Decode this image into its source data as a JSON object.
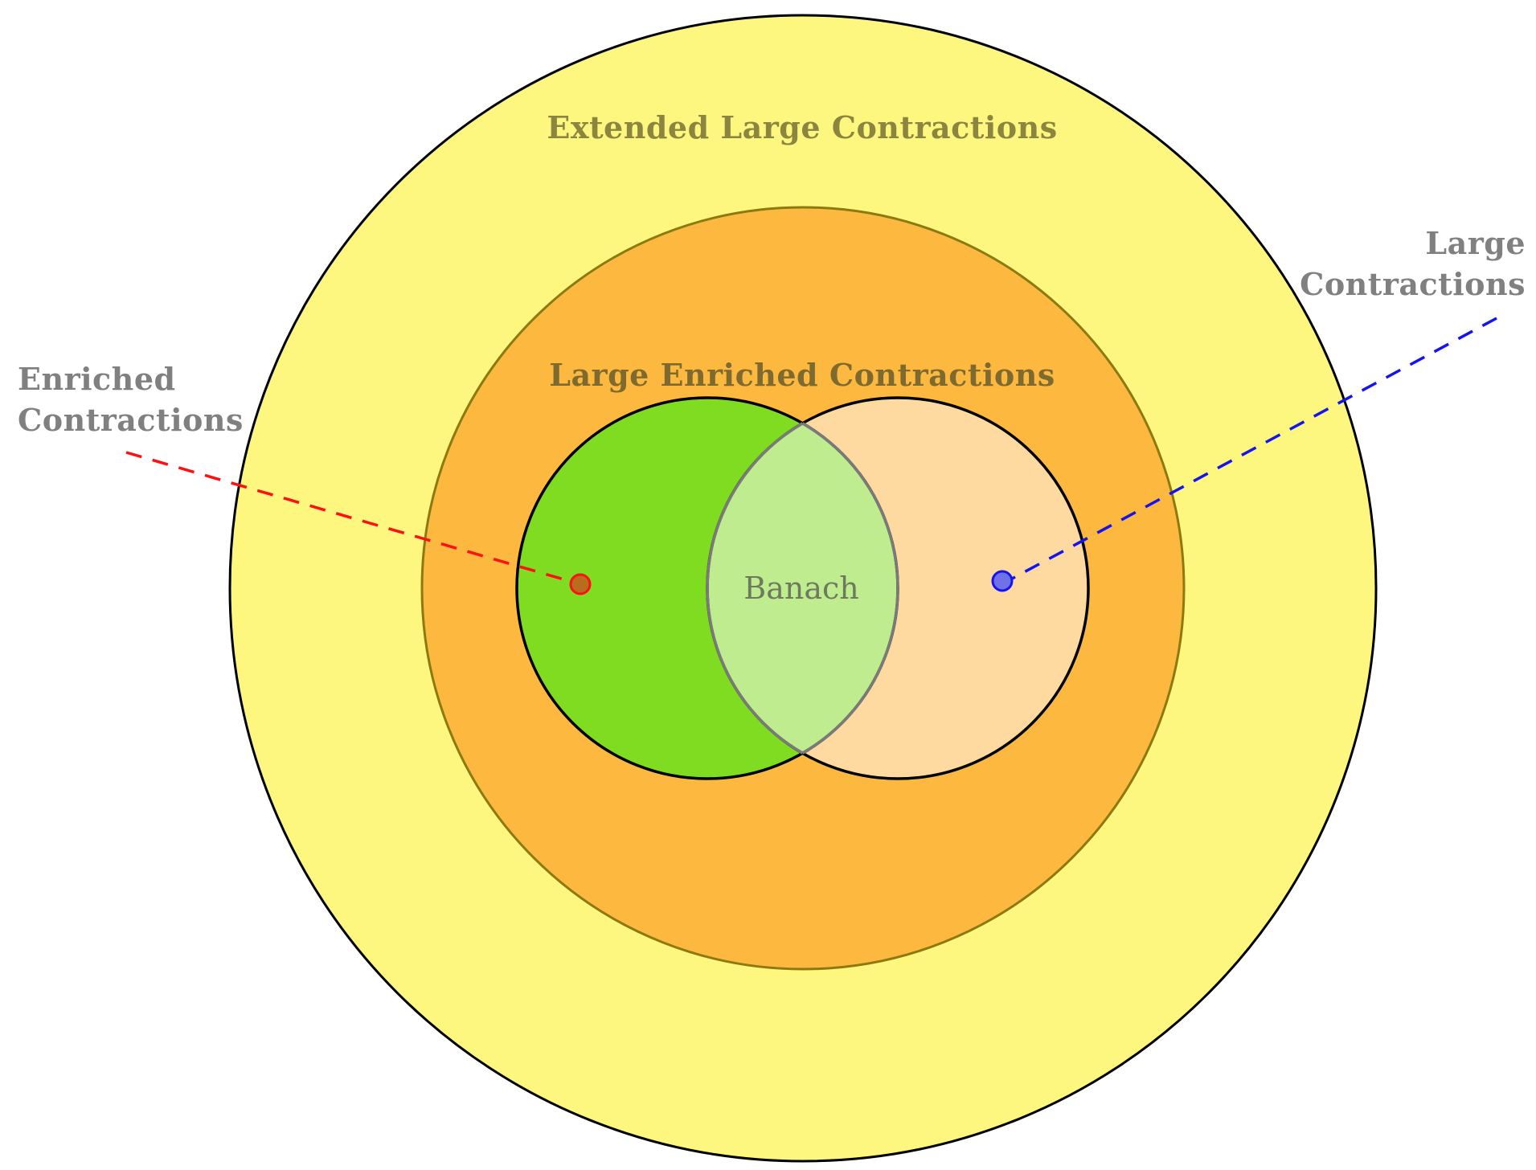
{
  "diagram": {
    "regions": {
      "extended_large": {
        "label": "Extended Large Contractions",
        "fill": "#FEF77F",
        "label_color": "#8C8540"
      },
      "large_enriched": {
        "label": "Large Enriched Contractions",
        "fill": "#FDB840",
        "stroke": "#8C7A10",
        "label_color": "#7E6A2E"
      },
      "enriched_circle": {
        "fill": "#80DC20"
      },
      "large_circle": {
        "fill": "#FEDAA0"
      },
      "banach": {
        "label": "Banach",
        "fill": "#C0EC90",
        "label_color": "#6E7A5E"
      }
    },
    "callouts": {
      "enriched": {
        "line1": "Enriched",
        "line2": "Contractions",
        "line_color": "#FF1010",
        "marker_fill": "#B86C1C",
        "text_color": "#808080"
      },
      "large": {
        "line1": "Large",
        "line2": "Contractions",
        "line_color": "#1414F0",
        "marker_fill": "#7070E8",
        "text_color": "#808080"
      }
    }
  }
}
